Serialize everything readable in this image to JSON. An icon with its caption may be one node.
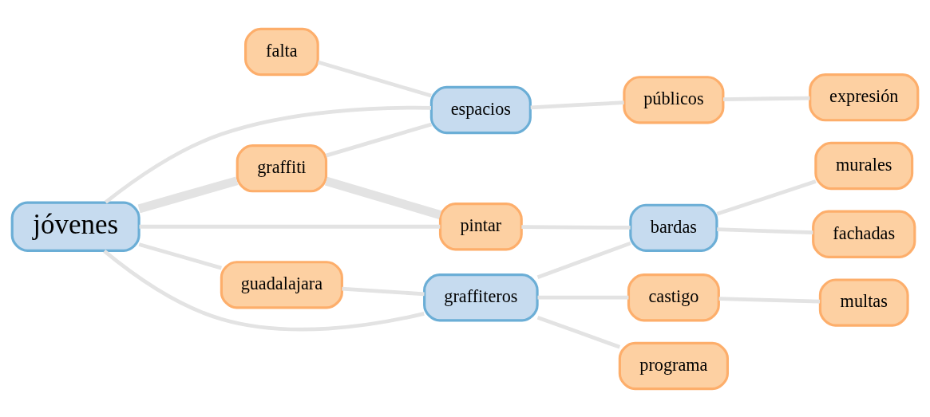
{
  "diagram": {
    "nodes": [
      {
        "text": [
          "falta"
        ]
      },
      {
        "text": [
          "jóvenes"
        ]
      },
      {
        "text": [
          "espacios"
        ]
      },
      {
        "text": [
          "graffiti"
        ]
      },
      {
        "text": [
          "públicos"
        ]
      },
      {
        "text": [
          "guadalajara"
        ]
      },
      {
        "text": [
          "expresión"
        ]
      },
      {
        "text": [
          "pintar"
        ]
      },
      {
        "text": [
          "graffiteros"
        ]
      },
      {
        "text": [
          "bardas"
        ]
      },
      {
        "text": [
          "castigo"
        ]
      },
      {
        "text": [
          "multas"
        ]
      },
      {
        "text": [
          "murales"
        ]
      },
      {
        "text": [
          "fachadas"
        ]
      },
      {
        "text": [
          "programa"
        ]
      }
    ],
    "edges": [
      {
        "from": 1,
        "to": 2,
        "arrow": "none"
      },
      {
        "from": 1,
        "to": 3,
        "arrow": "none",
        "style": "thick"
      },
      {
        "from": 1,
        "to": 7,
        "arrow": "none"
      },
      {
        "from": 1,
        "to": 5,
        "arrow": "none"
      },
      {
        "from": 1,
        "to": 8,
        "arrow": "none"
      },
      {
        "from": 3,
        "to": 2,
        "arrow": "none"
      },
      {
        "from": 0,
        "to": 2,
        "arrow": "none"
      },
      {
        "from": 2,
        "to": 4,
        "arrow": "none"
      },
      {
        "from": 4,
        "to": 6,
        "arrow": "none"
      },
      {
        "from": 3,
        "to": 7,
        "arrow": "none",
        "style": "thick"
      },
      {
        "from": 7,
        "to": 9,
        "arrow": "none"
      },
      {
        "from": 5,
        "to": 8,
        "arrow": "none"
      },
      {
        "from": 8,
        "to": 9,
        "arrow": "none"
      },
      {
        "from": 8,
        "to": 10,
        "arrow": "none"
      },
      {
        "from": 10,
        "to": 11,
        "arrow": "none"
      },
      {
        "from": 8,
        "to": 14,
        "arrow": "none"
      },
      {
        "from": 9,
        "to": 12,
        "arrow": "none"
      },
      {
        "from": 9,
        "to": 13,
        "arrow": "none"
      }
    ]
  }
}
